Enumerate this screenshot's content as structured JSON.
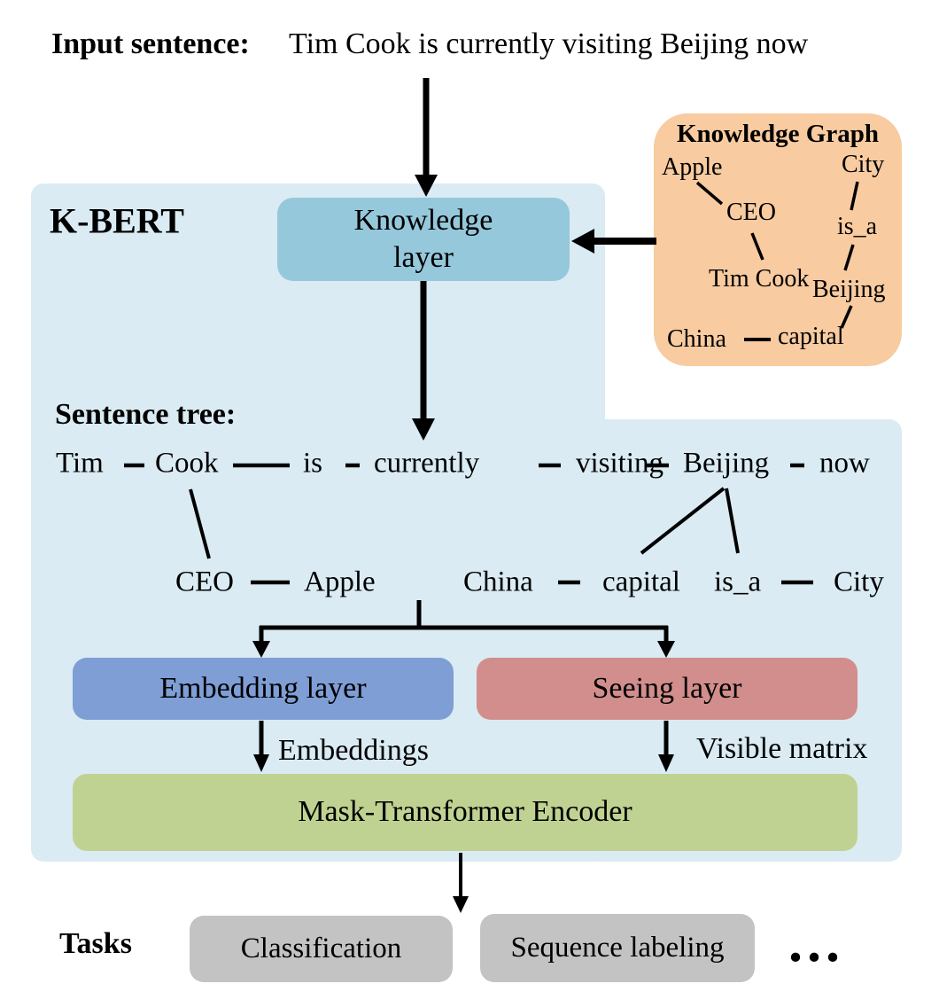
{
  "input": {
    "label": "Input sentence:",
    "sentence": "Tim Cook is currently visiting Beijing now"
  },
  "kbert": {
    "label": "K-BERT"
  },
  "knowledge_layer": {
    "line1": "Knowledge",
    "line2": "layer"
  },
  "knowledge_graph": {
    "title": "Knowledge Graph",
    "nodes": {
      "apple": "Apple",
      "city": "City",
      "ceo": "CEO",
      "is_a": "is_a",
      "tim_cook": "Tim Cook",
      "beijing": "Beijing",
      "china": "China",
      "capital": "capital"
    }
  },
  "sentence_tree": {
    "label": "Sentence tree:",
    "row1": [
      "Tim",
      "Cook",
      "is",
      "currently",
      "visiting",
      "Beijing",
      "now"
    ],
    "row2": [
      "CEO",
      "Apple",
      "China",
      "capital",
      "is_a",
      "City"
    ]
  },
  "layers": {
    "embedding": "Embedding layer",
    "seeing": "Seeing layer",
    "encoder": "Mask-Transformer Encoder"
  },
  "arrow_labels": {
    "embeddings": "Embeddings",
    "visible_matrix": "Visible matrix"
  },
  "tasks": {
    "label": "Tasks",
    "items": [
      "Classification",
      "Sequence labeling"
    ],
    "ellipsis": "..."
  },
  "colors": {
    "kbert-bg": "#daebf3",
    "knowledge-layer": "#96c8db",
    "kg-box": "#f8cba0",
    "embedding": "#7e9ed5",
    "seeing": "#d18e8c",
    "encoder": "#c0d292",
    "task": "#c3c3c3",
    "line": "#000000"
  }
}
